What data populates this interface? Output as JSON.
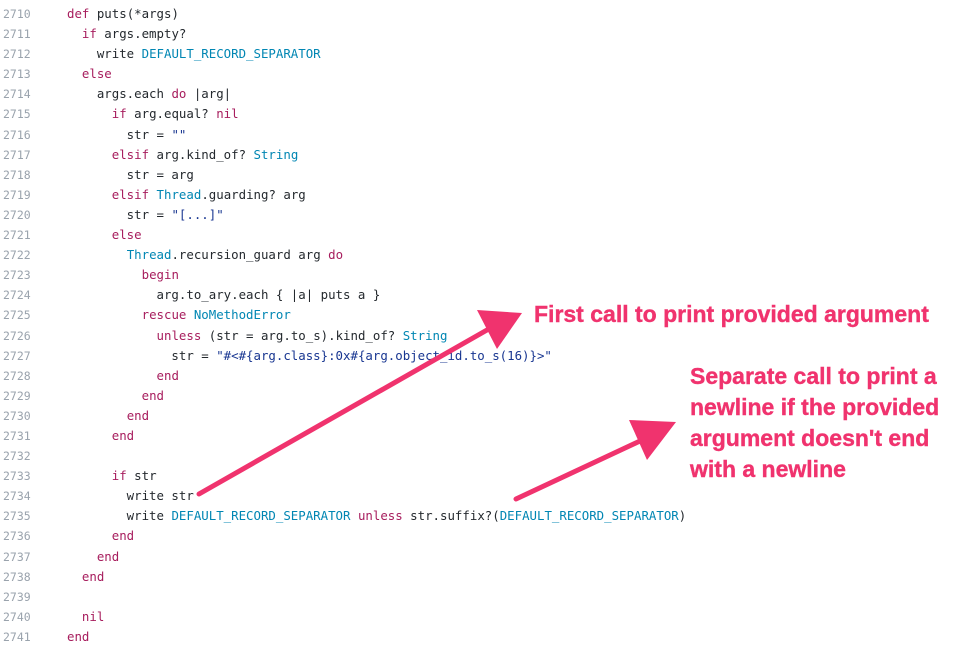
{
  "code": {
    "lines": [
      {
        "num": "2710",
        "text": "def puts(*args)"
      },
      {
        "num": "2711",
        "text": "  if args.empty?"
      },
      {
        "num": "2712",
        "text": "    write DEFAULT_RECORD_SEPARATOR"
      },
      {
        "num": "2713",
        "text": "  else"
      },
      {
        "num": "2714",
        "text": "    args.each do |arg|"
      },
      {
        "num": "2715",
        "text": "      if arg.equal? nil"
      },
      {
        "num": "2716",
        "text": "        str = \"\""
      },
      {
        "num": "2717",
        "text": "      elsif arg.kind_of? String"
      },
      {
        "num": "2718",
        "text": "        str = arg"
      },
      {
        "num": "2719",
        "text": "      elsif Thread.guarding? arg"
      },
      {
        "num": "2720",
        "text": "        str = \"[...]\""
      },
      {
        "num": "2721",
        "text": "      else"
      },
      {
        "num": "2722",
        "text": "        Thread.recursion_guard arg do"
      },
      {
        "num": "2723",
        "text": "          begin"
      },
      {
        "num": "2724",
        "text": "            arg.to_ary.each { |a| puts a }"
      },
      {
        "num": "2725",
        "text": "          rescue NoMethodError"
      },
      {
        "num": "2726",
        "text": "            unless (str = arg.to_s).kind_of? String"
      },
      {
        "num": "2727",
        "text": "              str = \"#<#{arg.class}:0x#{arg.object_id.to_s(16)}>\""
      },
      {
        "num": "2728",
        "text": "            end"
      },
      {
        "num": "2729",
        "text": "          end"
      },
      {
        "num": "2730",
        "text": "        end"
      },
      {
        "num": "2731",
        "text": "      end"
      },
      {
        "num": "2732",
        "text": ""
      },
      {
        "num": "2733",
        "text": "      if str"
      },
      {
        "num": "2734",
        "text": "        write str"
      },
      {
        "num": "2735",
        "text": "        write DEFAULT_RECORD_SEPARATOR unless str.suffix?(DEFAULT_RECORD_SEPARATOR)"
      },
      {
        "num": "2736",
        "text": "      end"
      },
      {
        "num": "2737",
        "text": "    end"
      },
      {
        "num": "2738",
        "text": "  end"
      },
      {
        "num": "2739",
        "text": ""
      },
      {
        "num": "2740",
        "text": "  nil"
      },
      {
        "num": "2741",
        "text": "end"
      }
    ]
  },
  "annotations": {
    "first_call": "First call to print provided argument",
    "separate_call": "Separate call to print a newline if the provided argument doesn't end with a newline"
  },
  "colors": {
    "annotation": "#f0336e",
    "keyword": "#a71d5d",
    "constant": "#0086b3",
    "string": "#183691",
    "line_number": "#9aa3ad"
  }
}
